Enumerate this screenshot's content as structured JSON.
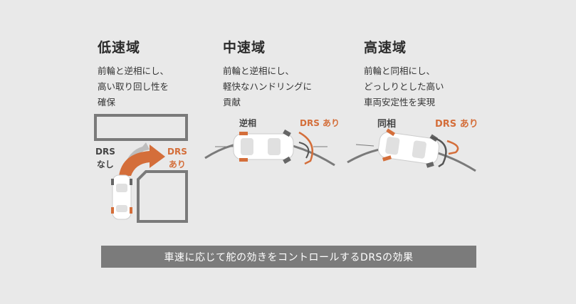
{
  "colors": {
    "accent": "#d46e3a",
    "banner": "#7b7b7b",
    "background": "#e9e9e9"
  },
  "sections": [
    {
      "title": "低速域",
      "lines": [
        "前輪と逆相にし、",
        "高い取り回し性を",
        "確保"
      ],
      "labels": {
        "without": [
          "DRS",
          "なし"
        ],
        "with": [
          "DRS",
          "あり"
        ]
      }
    },
    {
      "title": "中速域",
      "lines": [
        "前輪と逆相にし、",
        "軽快なハンドリングに",
        "貢献"
      ],
      "labels": {
        "phase": "逆相",
        "with": "DRS あり"
      }
    },
    {
      "title": "高速域",
      "lines": [
        "前輪と同相にし、",
        "どっしりとした高い",
        "車両安定性を実現"
      ],
      "labels": {
        "phase": "同相",
        "with": "DRS あり"
      }
    }
  ],
  "banner": "車速に応じて舵の効きをコントロールするDRSの効果"
}
